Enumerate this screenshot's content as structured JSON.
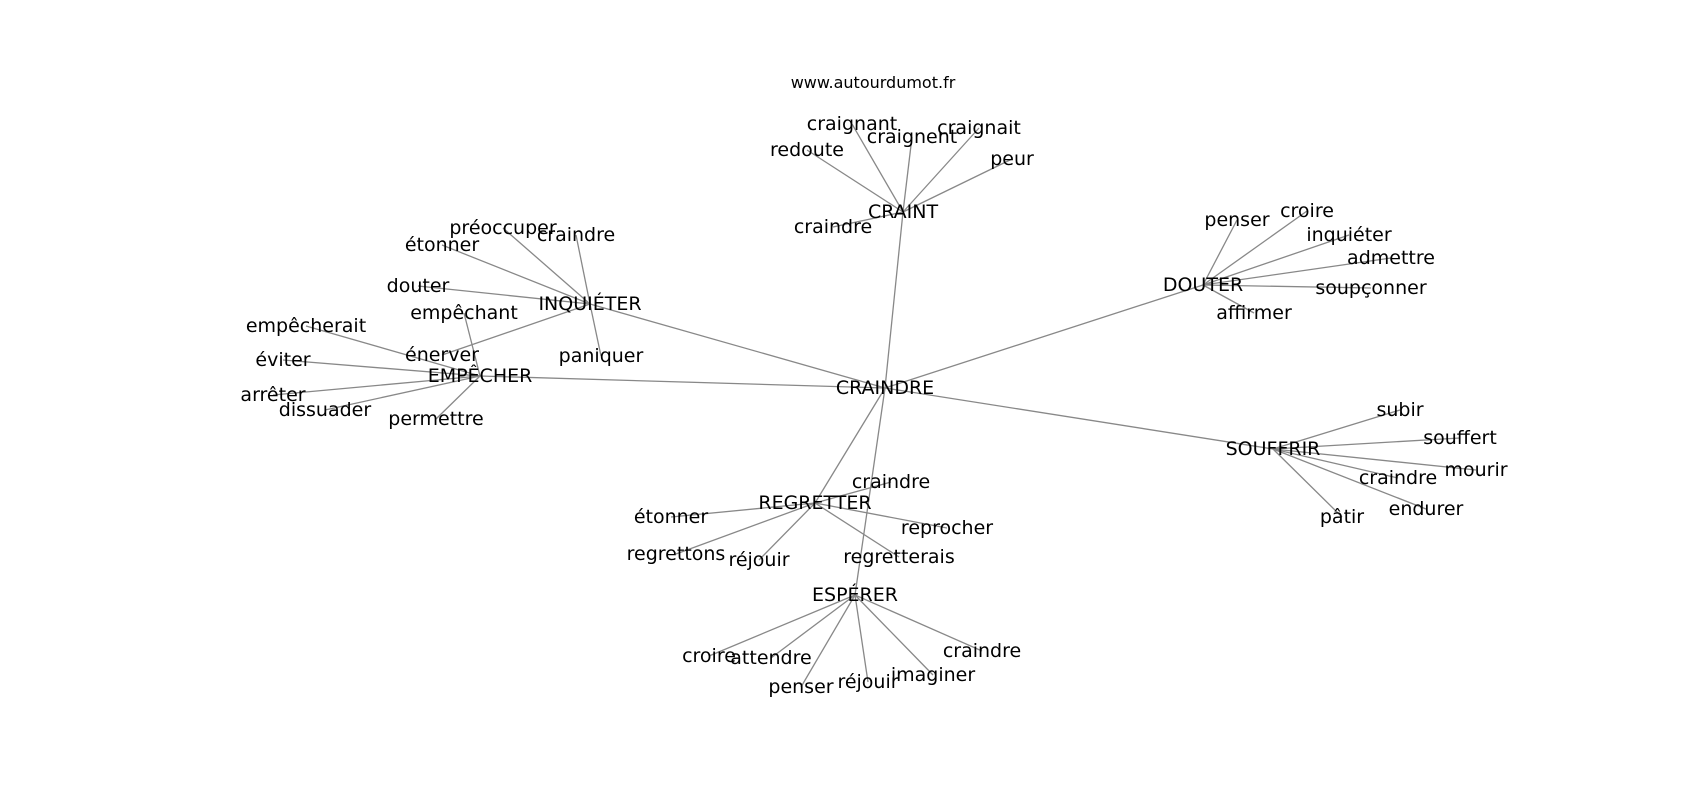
{
  "source": "www.autourdumot.fr",
  "nodes": [
    {
      "id": "craindre",
      "label": "CRAINDRE"
    },
    {
      "id": "craint",
      "label": "CRAINT"
    },
    {
      "id": "douter",
      "label": "DOUTER"
    },
    {
      "id": "inquieter",
      "label": "INQUIÉTER"
    },
    {
      "id": "empecher",
      "label": "EMPÊCHER"
    },
    {
      "id": "souffrir",
      "label": "SOUFFRIR"
    },
    {
      "id": "regretter",
      "label": "REGRETTER"
    },
    {
      "id": "esperer",
      "label": "ESPÉRER"
    },
    {
      "id": "craint_craignant",
      "label": "craignant"
    },
    {
      "id": "craint_craignent",
      "label": "craignent"
    },
    {
      "id": "craint_craignait",
      "label": "craignait"
    },
    {
      "id": "craint_redoute",
      "label": "redoute"
    },
    {
      "id": "craint_peur",
      "label": "peur"
    },
    {
      "id": "craint_craindre",
      "label": "craindre"
    },
    {
      "id": "douter_penser",
      "label": "penser"
    },
    {
      "id": "douter_croire",
      "label": "croire"
    },
    {
      "id": "douter_inquieter",
      "label": "inquiéter"
    },
    {
      "id": "douter_admettre",
      "label": "admettre"
    },
    {
      "id": "douter_soupconner",
      "label": "soupçonner"
    },
    {
      "id": "douter_affirmer",
      "label": "affirmer"
    },
    {
      "id": "inq_preoccuper",
      "label": "préoccuper"
    },
    {
      "id": "inq_craindre",
      "label": "craindre"
    },
    {
      "id": "inq_etonner",
      "label": "étonner"
    },
    {
      "id": "inq_douter",
      "label": "douter"
    },
    {
      "id": "inq_paniquer",
      "label": "paniquer"
    },
    {
      "id": "inq_enerver",
      "label": "énerver"
    },
    {
      "id": "emp_empechant",
      "label": "empêchant"
    },
    {
      "id": "emp_empecherait",
      "label": "empêcherait"
    },
    {
      "id": "emp_eviter",
      "label": "éviter"
    },
    {
      "id": "emp_arreter",
      "label": "arrêter"
    },
    {
      "id": "emp_dissuader",
      "label": "dissuader"
    },
    {
      "id": "emp_permettre",
      "label": "permettre"
    },
    {
      "id": "souf_subir",
      "label": "subir"
    },
    {
      "id": "souf_souffert",
      "label": "souffert"
    },
    {
      "id": "souf_mourir",
      "label": "mourir"
    },
    {
      "id": "souf_craindre",
      "label": "craindre"
    },
    {
      "id": "souf_endurer",
      "label": "endurer"
    },
    {
      "id": "souf_patir",
      "label": "pâtir"
    },
    {
      "id": "reg_craindre",
      "label": "craindre"
    },
    {
      "id": "reg_etonner",
      "label": "étonner"
    },
    {
      "id": "reg_reprocher",
      "label": "reprocher"
    },
    {
      "id": "reg_regrettons",
      "label": "regrettons"
    },
    {
      "id": "reg_rejouir",
      "label": "réjouir"
    },
    {
      "id": "reg_regretterais",
      "label": "regretterais"
    },
    {
      "id": "esp_croire",
      "label": "croire"
    },
    {
      "id": "esp_attendre",
      "label": "attendre"
    },
    {
      "id": "esp_penser",
      "label": "penser"
    },
    {
      "id": "esp_rejouir",
      "label": "réjouir"
    },
    {
      "id": "esp_imaginer",
      "label": "imaginer"
    },
    {
      "id": "esp_craindre",
      "label": "craindre"
    }
  ],
  "edges": [
    [
      "craindre",
      "craint"
    ],
    [
      "craindre",
      "douter"
    ],
    [
      "craindre",
      "inquieter"
    ],
    [
      "craindre",
      "empecher"
    ],
    [
      "craindre",
      "souffrir"
    ],
    [
      "craindre",
      "regretter"
    ],
    [
      "craindre",
      "esperer"
    ],
    [
      "craint",
      "craint_craignant"
    ],
    [
      "craint",
      "craint_craignent"
    ],
    [
      "craint",
      "craint_craignait"
    ],
    [
      "craint",
      "craint_redoute"
    ],
    [
      "craint",
      "craint_peur"
    ],
    [
      "craint",
      "craint_craindre"
    ],
    [
      "douter",
      "douter_penser"
    ],
    [
      "douter",
      "douter_croire"
    ],
    [
      "douter",
      "douter_inquieter"
    ],
    [
      "douter",
      "douter_admettre"
    ],
    [
      "douter",
      "douter_soupconner"
    ],
    [
      "douter",
      "douter_affirmer"
    ],
    [
      "inquieter",
      "inq_preoccuper"
    ],
    [
      "inquieter",
      "inq_craindre"
    ],
    [
      "inquieter",
      "inq_etonner"
    ],
    [
      "inquieter",
      "inq_douter"
    ],
    [
      "inquieter",
      "inq_paniquer"
    ],
    [
      "inquieter",
      "inq_enerver"
    ],
    [
      "empecher",
      "emp_empechant"
    ],
    [
      "empecher",
      "emp_empecherait"
    ],
    [
      "empecher",
      "emp_eviter"
    ],
    [
      "empecher",
      "emp_arreter"
    ],
    [
      "empecher",
      "emp_dissuader"
    ],
    [
      "empecher",
      "emp_permettre"
    ],
    [
      "souffrir",
      "souf_subir"
    ],
    [
      "souffrir",
      "souf_souffert"
    ],
    [
      "souffrir",
      "souf_mourir"
    ],
    [
      "souffrir",
      "souf_craindre"
    ],
    [
      "souffrir",
      "souf_endurer"
    ],
    [
      "souffrir",
      "souf_patir"
    ],
    [
      "regretter",
      "reg_craindre"
    ],
    [
      "regretter",
      "reg_etonner"
    ],
    [
      "regretter",
      "reg_reprocher"
    ],
    [
      "regretter",
      "reg_regrettons"
    ],
    [
      "regretter",
      "reg_rejouir"
    ],
    [
      "regretter",
      "reg_regretterais"
    ],
    [
      "esperer",
      "esp_croire"
    ],
    [
      "esperer",
      "esp_attendre"
    ],
    [
      "esperer",
      "esp_penser"
    ],
    [
      "esperer",
      "esp_rejouir"
    ],
    [
      "esperer",
      "esp_imaginer"
    ],
    [
      "esperer",
      "esp_craindre"
    ]
  ]
}
